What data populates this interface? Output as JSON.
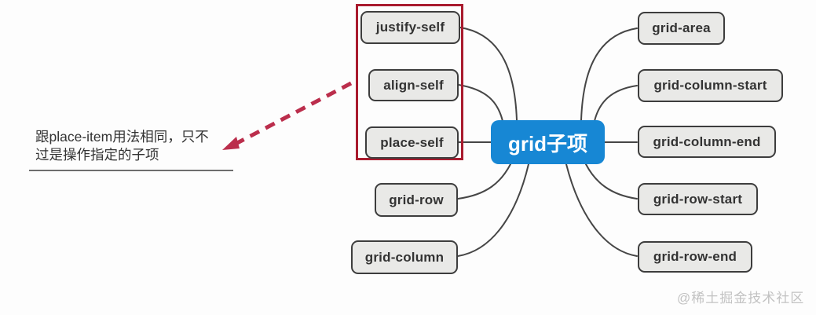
{
  "root": {
    "label": "grid子项"
  },
  "nodes": {
    "left": [
      {
        "label": "justify-self"
      },
      {
        "label": "align-self"
      },
      {
        "label": "place-self"
      },
      {
        "label": "grid-row"
      },
      {
        "label": "grid-column"
      }
    ],
    "right": [
      {
        "label": "grid-area"
      },
      {
        "label": "grid-column-start"
      },
      {
        "label": "grid-column-end"
      },
      {
        "label": "grid-row-start"
      },
      {
        "label": "grid-row-end"
      }
    ]
  },
  "annotation": {
    "line1": "跟place-item用法相同，只不",
    "line2": "过是操作指定的子项"
  },
  "watermark": {
    "text": "@稀土掘金技术社区"
  },
  "colors": {
    "page_bg": "#fdfdfd",
    "root_bg": "#1787d4",
    "root_text": "#ffffff",
    "node_bg": "#e9e9e7",
    "node_border": "#3d3d3d",
    "node_text": "#333333",
    "connector": "#464646",
    "highlight": "#a91b2e",
    "arrow": "#bb2e4c",
    "annotation_text": "#333333",
    "underline": "#6e6e6e",
    "watermark": "#c2c2c2"
  }
}
